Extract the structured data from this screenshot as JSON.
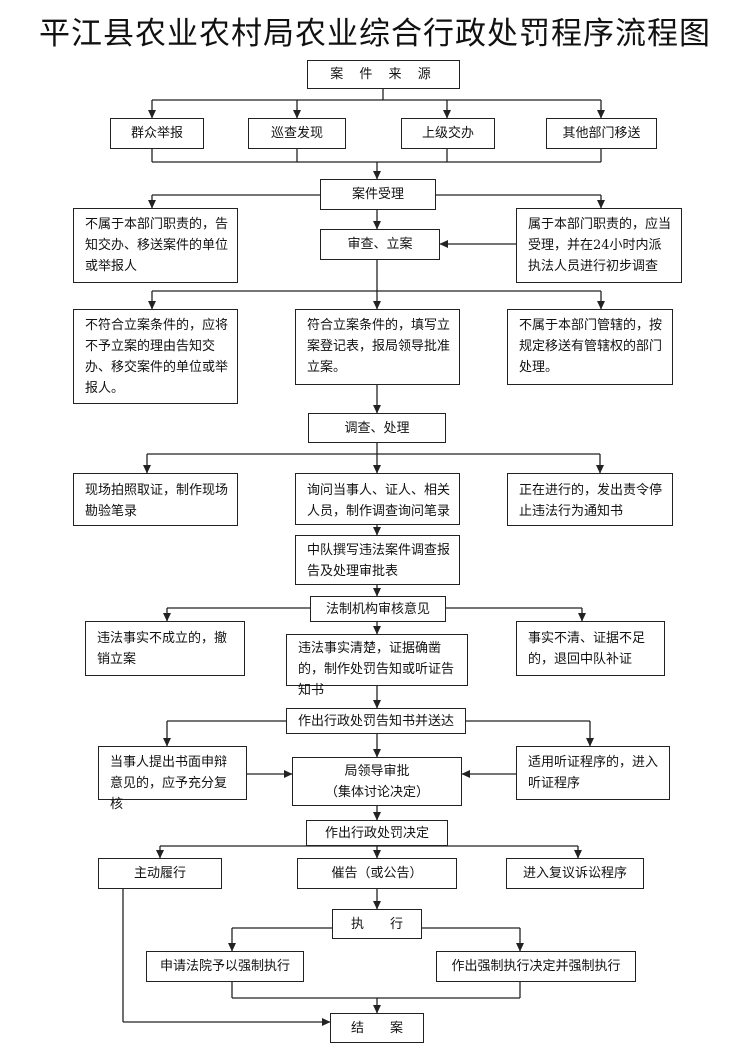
{
  "title": "平江县农业农村局农业综合行政处罚程序流程图",
  "nodes": {
    "source": "案 件 来 源",
    "report": "群众举报",
    "patrol": "巡查发现",
    "higher": "上级交办",
    "other_dept": "其他部门移送",
    "accept": "案件受理",
    "not_duty": "不属于本部门职责的，告知交办、移送案件的单位或举报人",
    "review_file": "审查、立案",
    "is_duty": "属于本部门职责的，应当受理，并在24小时内派执法人员进行初步调查",
    "not_qualify": "不符合立案条件的，应将不予立案的理由告知交办、移交案件的单位或举报人。",
    "qualify": "符合立案条件的，填写立案登记表，报局领导批准立案。",
    "not_jurisdiction": "不属于本部门管辖的，按规定移送有管辖权的部门处理。",
    "investigate": "调查、处理",
    "photo_evidence": "现场拍照取证，制作现场勘验笔录",
    "inquiry": "询问当事人、证人、相关人员，制作调查询问笔录",
    "stop_order": "正在进行的，发出责令停止违法行为通知书",
    "squad_report": "中队撰写违法案件调查报告及处理审批表",
    "legal_review": "法制机构审核意见",
    "not_established": "违法事实不成立的，撤销立案",
    "facts_clear": "违法事实清楚，证据确凿的，制作处罚告知或听证告知书",
    "facts_unclear": "事实不清、证据不足的，退回中队补证",
    "notice_serve": "作出行政处罚告知书并送达",
    "defense": "当事人提出书面申辩意见的，应予充分复核",
    "leader_approval_1": "局领导审批",
    "leader_approval_2": "（集体讨论决定）",
    "hearing": "适用听证程序的，进入听证程序",
    "decision": "作出行政处罚决定",
    "voluntary": "主动履行",
    "urge": "催告（或公告）",
    "reconsider": "进入复议诉讼程序",
    "execute": "执　　行",
    "court": "申请法院予以强制执行",
    "force": "作出强制执行决定并强制执行",
    "close": "结　　案"
  }
}
